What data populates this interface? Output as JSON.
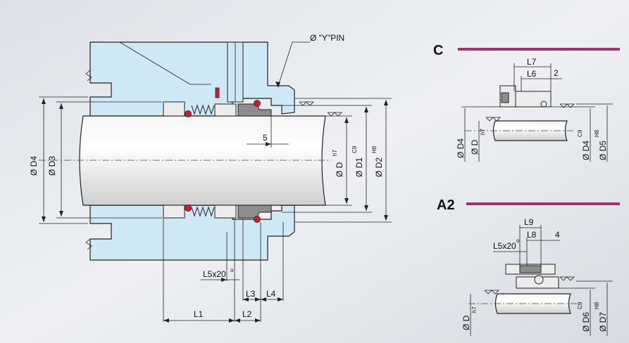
{
  "labels": {
    "pin": "Ø \"Y\"PIN",
    "d4": "Ø D4",
    "d3": "Ø D3",
    "d": "Ø D",
    "d_tol": "h7",
    "d1": "Ø D1",
    "d1_tol": "C9",
    "d2": "Ø D2",
    "d2_tol": "H8",
    "five": "5",
    "l5x20": "L5x20",
    "deg": "o",
    "l1": "L1",
    "l2": "L2",
    "l3": "L3",
    "l4": "L4"
  },
  "section_c": {
    "header": "C",
    "l7": "L7",
    "l6": "L6",
    "two": "2",
    "d4": "Ø D4",
    "d": "Ø D",
    "d_tol": "h7",
    "d4b": "Ø D4",
    "d4b_tol": "C9",
    "d5": "Ø D5",
    "d5_tol": "H8"
  },
  "section_a2": {
    "header": "A2",
    "l9": "L9",
    "l8": "L8",
    "four": "4",
    "l5x20": "L5x20",
    "deg": "o",
    "d": "Ø D",
    "d_tol": "h7",
    "d6": "Ø D6",
    "d6_tol": "C9",
    "d7": "Ø D7",
    "d7_tol": "H8"
  },
  "colors": {
    "housing": "#cfe8f5",
    "accent_bar": "#a0336e",
    "oring": "#d8192c"
  }
}
